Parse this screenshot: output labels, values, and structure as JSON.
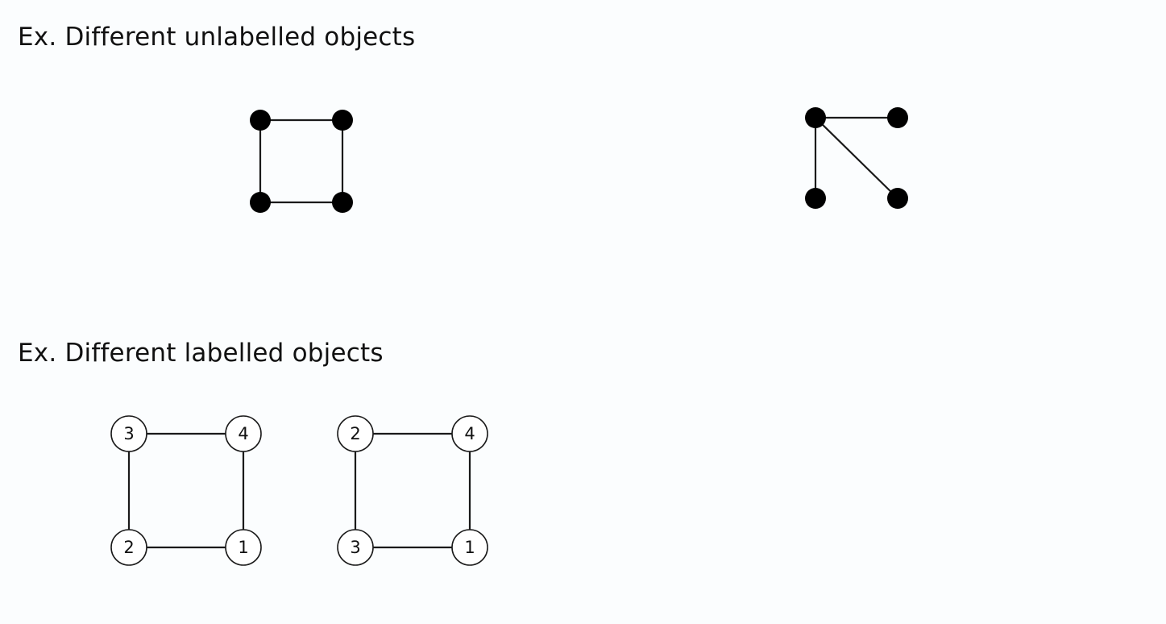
{
  "headings": {
    "unlabelled": "Ex. Different unlabelled objects",
    "labelled": "Ex. Different labelled objects"
  },
  "colors": {
    "background": "#fbfdfe",
    "ink": "#000000",
    "node_fill": "#ffffff"
  },
  "graphs": {
    "unlabelled_cycle": {
      "edges": [
        [
          "top-left",
          "top-right"
        ],
        [
          "top-right",
          "bottom-right"
        ],
        [
          "bottom-right",
          "bottom-left"
        ],
        [
          "bottom-left",
          "top-left"
        ]
      ]
    },
    "unlabelled_star": {
      "edges": [
        [
          "top-left",
          "top-right"
        ],
        [
          "top-left",
          "bottom-left"
        ],
        [
          "top-left",
          "bottom-right"
        ]
      ]
    },
    "labelled_a": {
      "labels": {
        "top-left": "3",
        "top-right": "4",
        "bottom-left": "2",
        "bottom-right": "1"
      },
      "edges": [
        [
          "3",
          "4"
        ],
        [
          "4",
          "1"
        ],
        [
          "1",
          "2"
        ],
        [
          "2",
          "3"
        ]
      ]
    },
    "labelled_b": {
      "labels": {
        "top-left": "2",
        "top-right": "4",
        "bottom-left": "3",
        "bottom-right": "1"
      },
      "edges": [
        [
          "2",
          "4"
        ],
        [
          "4",
          "1"
        ],
        [
          "1",
          "3"
        ],
        [
          "3",
          "2"
        ]
      ]
    }
  }
}
